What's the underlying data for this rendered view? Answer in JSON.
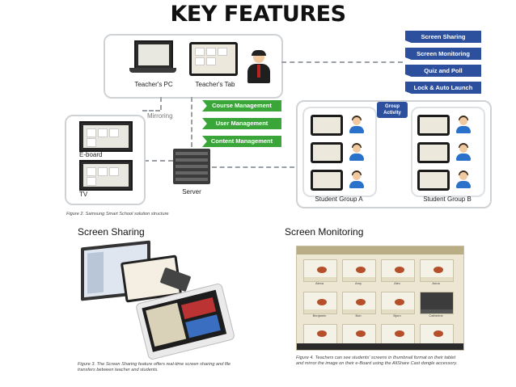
{
  "title": "KEY FEATURES",
  "diagram": {
    "teachers_pc": "Teacher's PC",
    "teachers_tab": "Teacher's Tab",
    "mirroring": "Mirroring",
    "eboard": "E-board",
    "tv": "TV",
    "server": "Server",
    "student_group_a": "Student Group A",
    "student_group_b": "Student Group B",
    "group_activity": "Group Activity",
    "features_blue": [
      "Screen Sharing",
      "Screen Monitoring",
      "Quiz and Poll",
      "Lock & Auto Launch"
    ],
    "features_green": [
      "Course Management",
      "User Management",
      "Content Management"
    ],
    "figure_caption": "Figure 2. Samsung Smart School solution structure",
    "colors": {
      "blue_tag": "#2c4f9e",
      "green_tag": "#3aa63a",
      "border": "#cfd3d6"
    }
  },
  "screen_sharing": {
    "label": "Screen Sharing",
    "caption_line1": "Figure 3. The Screen Sharing feature offers real-time screen sharing and file",
    "caption_line2": "transfers between teacher and students."
  },
  "screen_monitoring": {
    "label": "Screen Monitoring",
    "students": [
      "Alexa",
      "Amy",
      "Alex",
      "Anna",
      "Benjamin",
      "Bob",
      "Bjorn",
      "Catherine"
    ],
    "caption_line1": "Figure 4. Teachers can see students' screens in thumbnail format on their tablet",
    "caption_line2": "and mirror the image on their e-Board using the AllShare Cast dongle accessory."
  }
}
